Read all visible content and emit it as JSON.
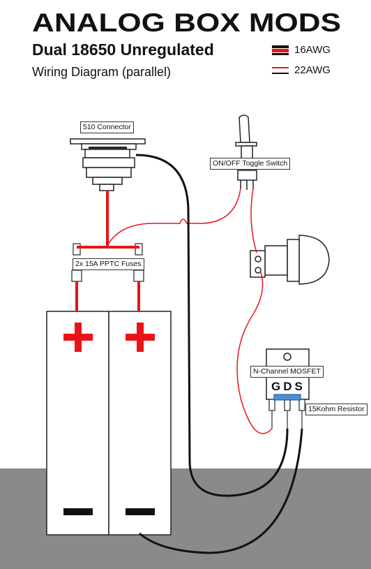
{
  "header": {
    "brand": "ANALOG BOX MODS",
    "title": "Dual 18650 Unregulated",
    "subtitle": "Wiring Diagram (parallel)"
  },
  "legend": {
    "items": [
      {
        "label": "16AWG",
        "color": "#e8141a"
      },
      {
        "label": "22AWG",
        "color": "#e8141a"
      }
    ]
  },
  "components": {
    "connector": "510 Connector",
    "switch": "ON/OFF Toggle Switch",
    "fuses": "2x 15A PPTC Fuses",
    "mosfet": "N-Channel MOSFET",
    "mosfet_pins": "GDS",
    "resistor": "15Kohm Resistor"
  },
  "battery": {
    "positive_symbol": "+",
    "negative_symbol": "−"
  },
  "colors": {
    "wire_positive": "#e8141a",
    "wire_negative": "#111111",
    "ground_band": "#8a8a8a",
    "resistor": "#4a90d9"
  }
}
